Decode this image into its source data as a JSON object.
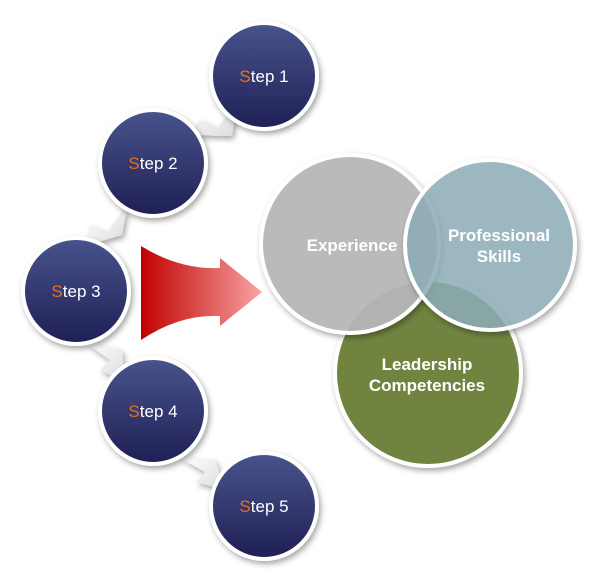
{
  "steps": [
    {
      "first_letter": "S",
      "rest": "tep 1"
    },
    {
      "first_letter": "S",
      "rest": "tep 2"
    },
    {
      "first_letter": "S",
      "rest": "tep 3"
    },
    {
      "first_letter": "S",
      "rest": "tep 4"
    },
    {
      "first_letter": "S",
      "rest": "tep 5"
    }
  ],
  "venn": {
    "experience": {
      "line1": "Experience",
      "color": "#b9b9b9"
    },
    "professional": {
      "line1": "Professional",
      "line2": "Skills",
      "color": "#8fb0ba"
    },
    "leadership": {
      "line1": "Leadership",
      "line2": "Competencies",
      "color": "#6f8440"
    }
  },
  "colors": {
    "step_fill_top": "#45508a",
    "step_fill_bottom": "#22225a",
    "accent": "#e8701c",
    "arrow_start": "#c00000",
    "arrow_end": "#f7a0a0"
  }
}
